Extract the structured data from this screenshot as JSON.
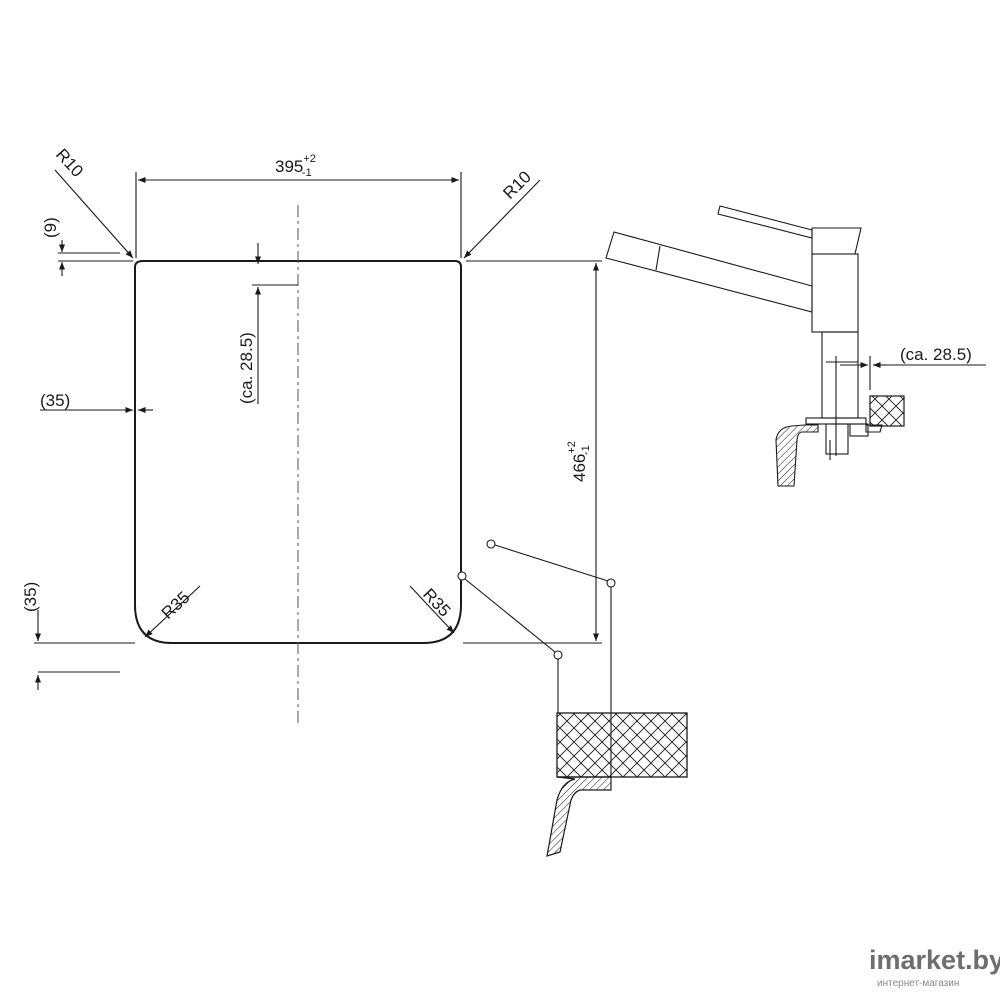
{
  "dimensions": {
    "width": {
      "base": "395",
      "upper": "+2",
      "lower": "-1"
    },
    "height": {
      "base": "466",
      "upper": "+2",
      "lower": "-1"
    },
    "radius_top_left": "R10",
    "radius_top_right": "R10",
    "radius_bottom_left": "R35",
    "radius_bottom_right": "R35",
    "offset_top": "(9)",
    "offset_left": "(35)",
    "offset_bottom": "(35)",
    "center_depth": "(ca. 28.5)",
    "faucet_depth": "(ca. 28.5)"
  },
  "watermark": {
    "brand": "imarket.by",
    "tagline": "интернет-магазин"
  }
}
